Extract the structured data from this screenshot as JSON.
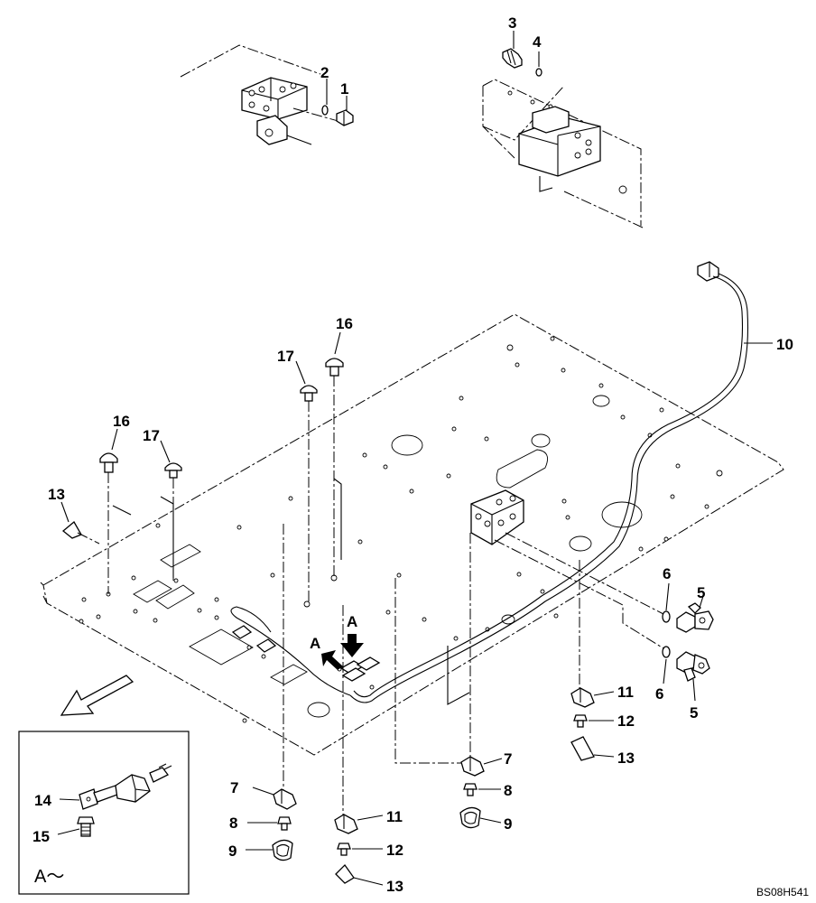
{
  "callouts": {
    "c1": "1",
    "c2": "2",
    "c3": "3",
    "c4": "4",
    "c5a": "5",
    "c5b": "5",
    "c6a": "6",
    "c6b": "6",
    "c7a": "7",
    "c7b": "7",
    "c8a": "8",
    "c8b": "8",
    "c9a": "9",
    "c9b": "9",
    "c10": "10",
    "c11a": "11",
    "c11b": "11",
    "c12a": "12",
    "c12b": "12",
    "c13a": "13",
    "c13b": "13",
    "c13c": "13",
    "c14": "14",
    "c15": "15",
    "c16a": "16",
    "c16b": "16",
    "c17a": "17",
    "c17b": "17"
  },
  "view_markers": {
    "a1": "A",
    "a2": "A"
  },
  "inset": {
    "label": "A～"
  },
  "drawing_code": "BS08H541"
}
